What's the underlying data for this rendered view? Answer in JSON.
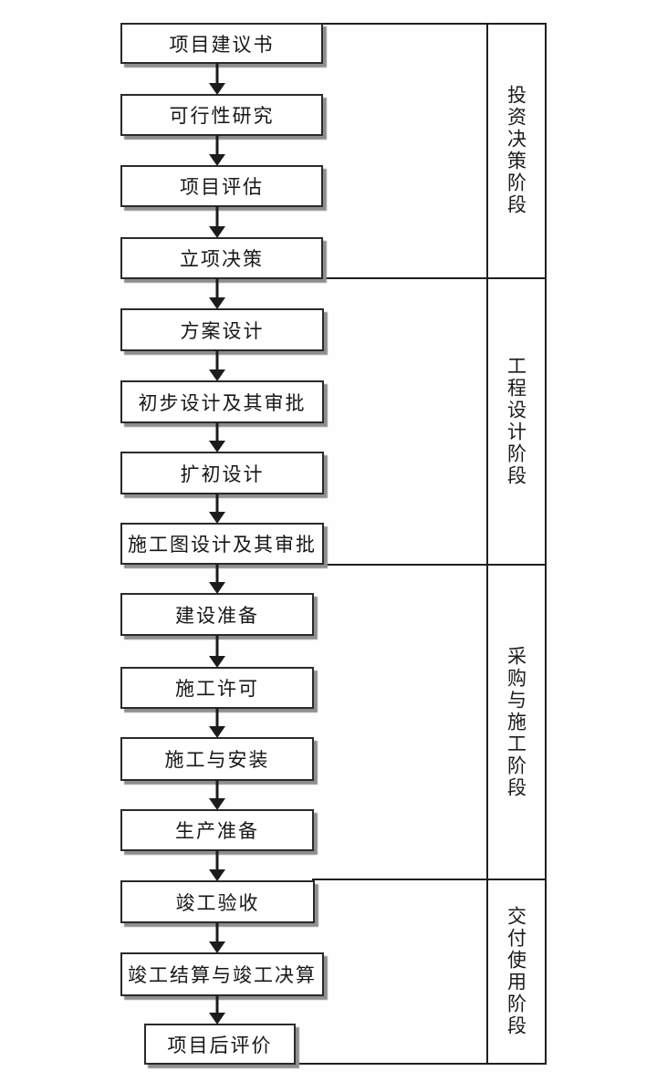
{
  "flowchart": {
    "steps": [
      {
        "label": "项目建议书"
      },
      {
        "label": "可行性研究"
      },
      {
        "label": "项目评估"
      },
      {
        "label": "立项决策"
      },
      {
        "label": "方案设计"
      },
      {
        "label": "初步设计及其审批"
      },
      {
        "label": "扩初设计"
      },
      {
        "label": "施工图设计及其审批"
      },
      {
        "label": "建设准备"
      },
      {
        "label": "施工许可"
      },
      {
        "label": "施工与安装"
      },
      {
        "label": "生产准备"
      },
      {
        "label": "竣工验收"
      },
      {
        "label": "竣工结算与竣工决算"
      },
      {
        "label": "项目后评价"
      }
    ],
    "phases": [
      {
        "label": "投资决策阶段"
      },
      {
        "label": "工程设计阶段"
      },
      {
        "label": "采购与施工阶段"
      },
      {
        "label": "交付使用阶段"
      }
    ],
    "colors": {
      "line": "#1f1f1f",
      "box_border": "#2a2a2a",
      "box_shadow": "#8e8e8e",
      "text": "#161616",
      "background": "#ffffff"
    }
  }
}
